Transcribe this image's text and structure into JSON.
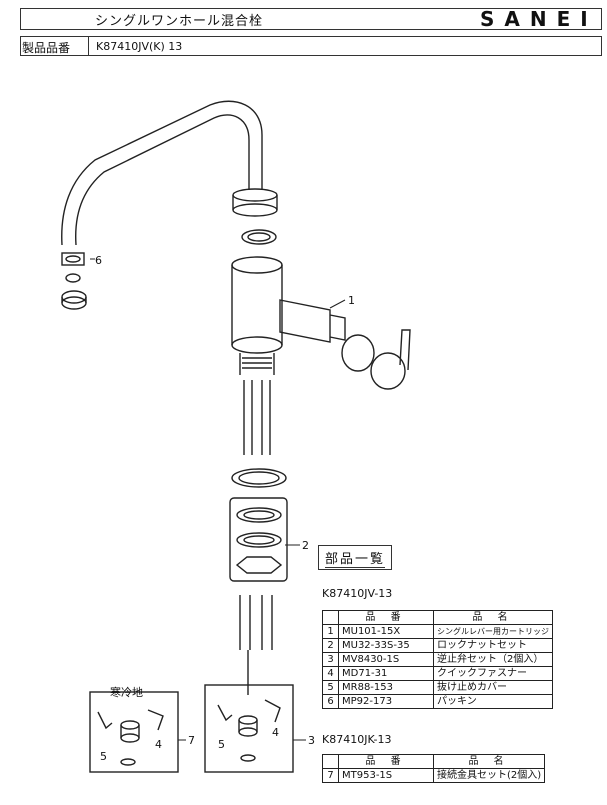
{
  "header": {
    "title": "シングルワンホール混合栓",
    "brand": "SANEI",
    "product_label": "製品品番",
    "product_model": "K87410JV(K) 13"
  },
  "callouts": {
    "c1": "1",
    "c2": "2",
    "c3": "3",
    "c4a": "4",
    "c4b": "4",
    "c5a": "5",
    "c5b": "5",
    "c6": "6",
    "c7": "7"
  },
  "cold_region_label": "寒冷地",
  "parts_list": {
    "title": "部品一覧",
    "table1": {
      "model": "K87410JV-13",
      "headers": {
        "code": "品 番",
        "name": "品 名"
      },
      "rows": [
        {
          "num": "1",
          "code": "MU101-15X",
          "name": "シングルレバー用カートリッジ"
        },
        {
          "num": "2",
          "code": "MU32-33S-35",
          "name": "ロックナットセット"
        },
        {
          "num": "3",
          "code": "MV8430-1S",
          "name": "逆止弁セット（2個入）"
        },
        {
          "num": "4",
          "code": "MD71-31",
          "name": "クイックファスナー"
        },
        {
          "num": "5",
          "code": "MR88-153",
          "name": "抜け止めカバー"
        },
        {
          "num": "6",
          "code": "MP92-173",
          "name": "パッキン"
        }
      ]
    },
    "table2": {
      "model": "K87410JK-13",
      "headers": {
        "code": "品 番",
        "name": "品 名"
      },
      "rows": [
        {
          "num": "7",
          "code": "MT953-1S",
          "name": "接続金具セット(2個入)"
        }
      ]
    }
  }
}
